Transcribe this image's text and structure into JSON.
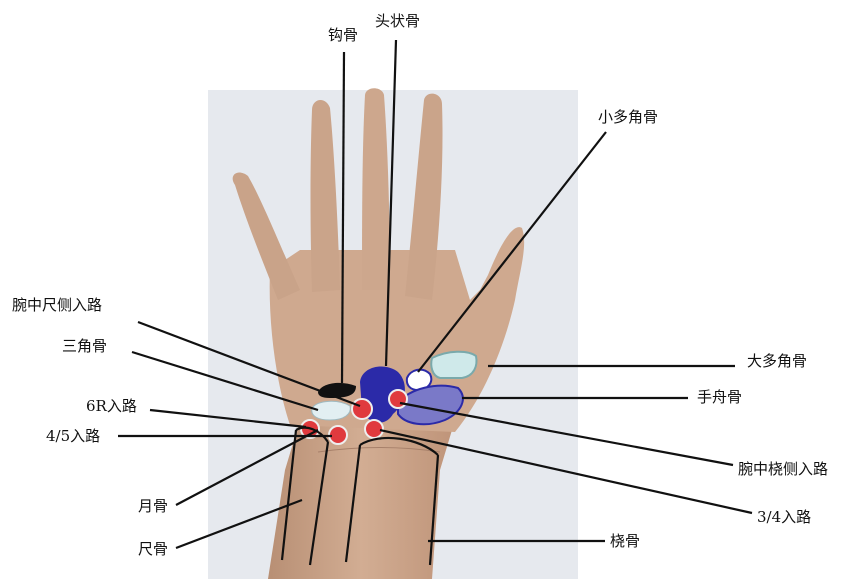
{
  "labels": {
    "hamate": "钩骨",
    "capitate": "头状骨",
    "trapezoid": "小多角骨",
    "midcarpal_ulnar": "腕中尺侧入路",
    "triquetrum": "三角骨",
    "trapezium": "大多角骨",
    "scaphoid": "手舟骨",
    "portal_6r": "6R入路",
    "portal_45": "4/5入路",
    "midcarpal_radial": "腕中桡侧入路",
    "lunate": "月骨",
    "portal_34": "3/4入路",
    "radius": "桡骨",
    "ulna": "尺骨"
  },
  "colors": {
    "portal": "#e03a3e",
    "capitate": "#2b2aa8",
    "scaphoid": "#7a79c8",
    "trapezium": "#cfe9ea",
    "triquetrum": "#e2eff2",
    "hamate": "#111111",
    "skin": "#c9a58a"
  }
}
